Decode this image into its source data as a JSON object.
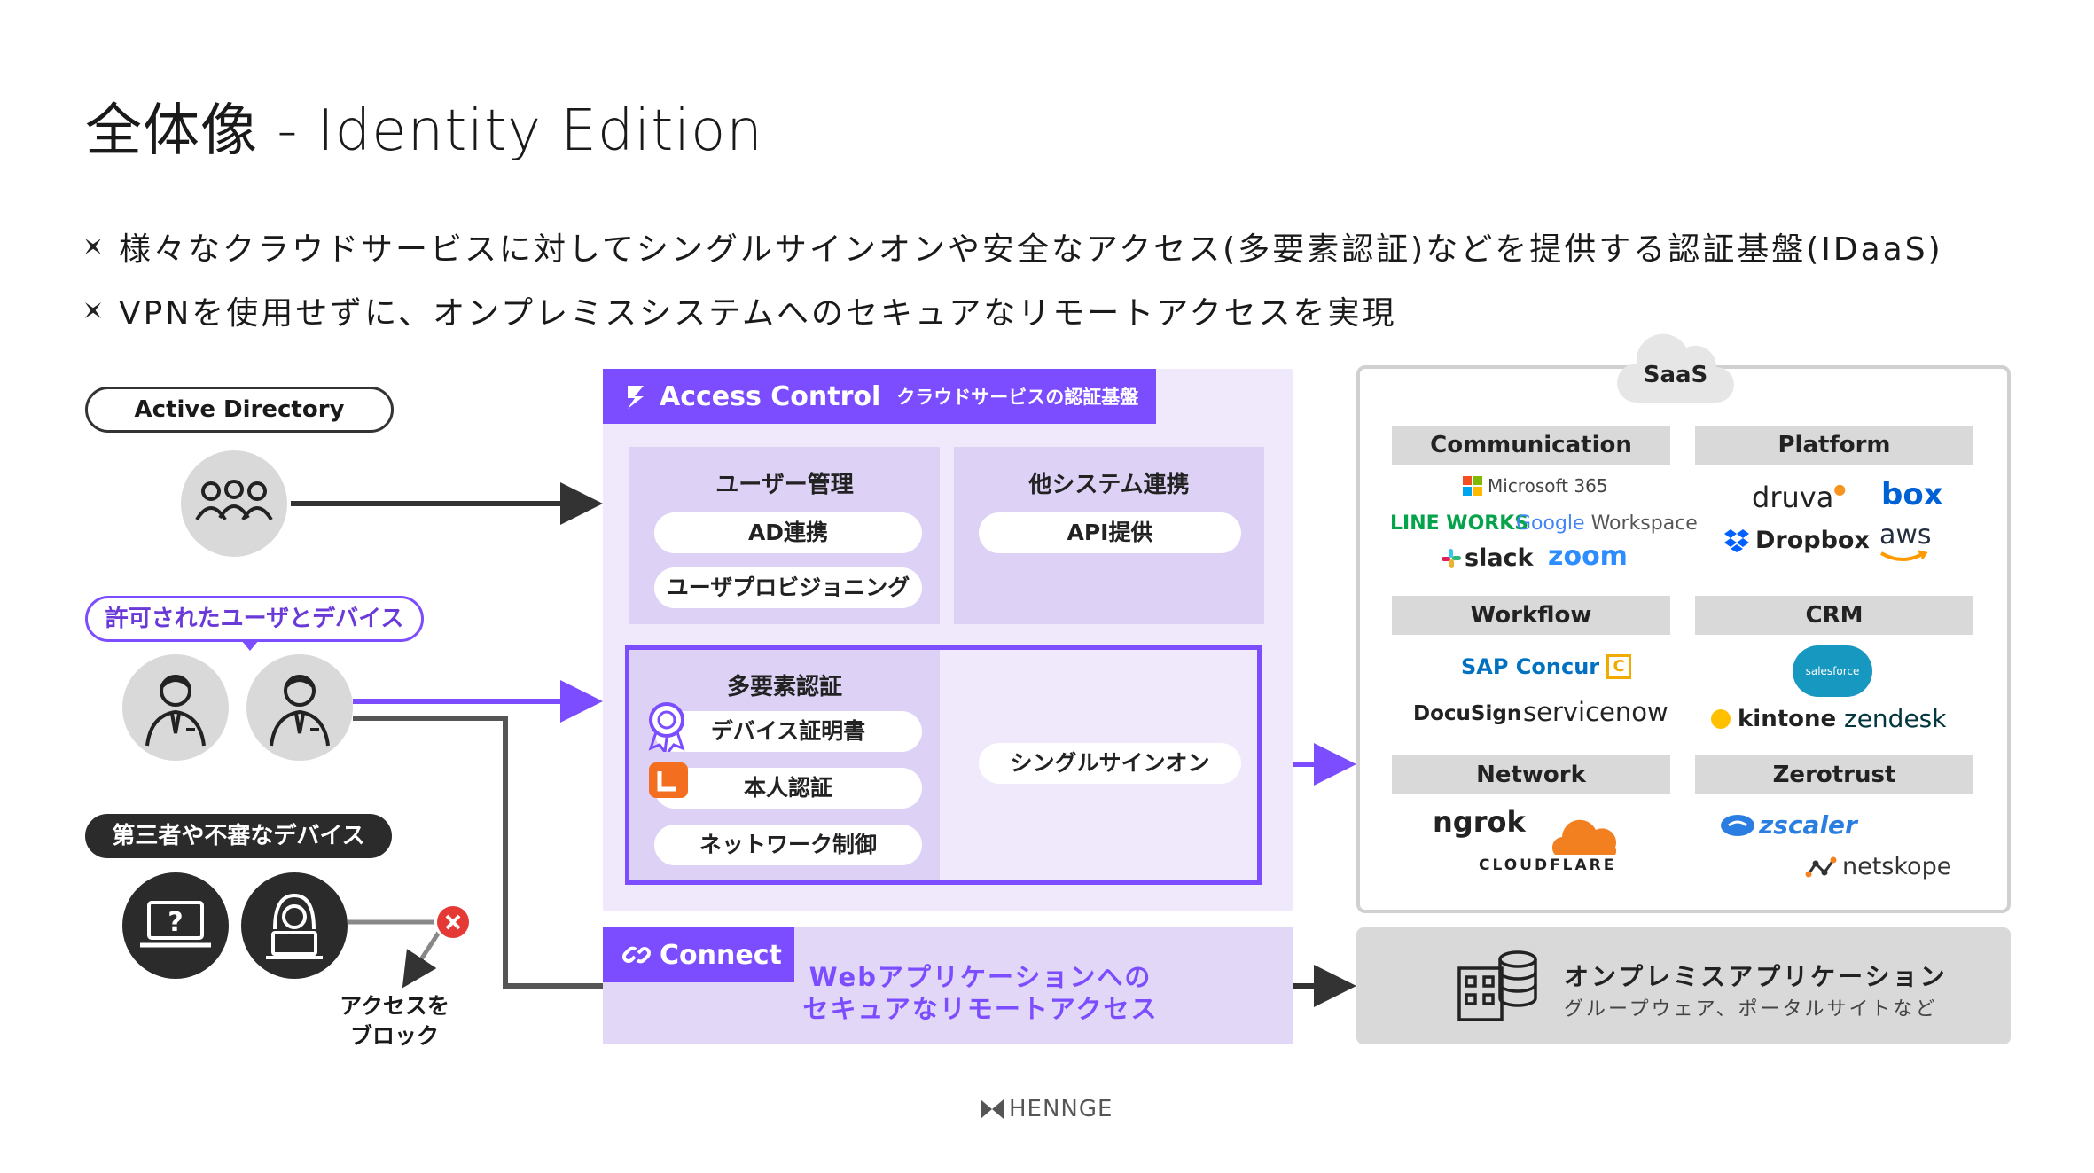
{
  "title": "全体像 - Identity Edition",
  "bullets": [
    "様々なクラウドサービスに対してシングルサインオンや安全なアクセス(多要素認証)などを提供する認証基盤(IDaaS)",
    "VPNを使用せずに、オンプレミスシステムへのセキュアなリモートアクセスを実現"
  ],
  "left": {
    "active_directory": "Active Directory",
    "allowed_label": "許可されたユーザとデバイス",
    "third_party_label": "第三者や不審なデバイス",
    "laptop_glyph": "?",
    "block_label_1": "アクセスを",
    "block_label_2": "ブロック"
  },
  "access_control": {
    "title": "Access Control",
    "subtitle": "クラウドサービスの認証基盤",
    "user_mgmt": {
      "title": "ユーザー管理",
      "items": [
        "AD連携",
        "ユーザプロビジョニング"
      ]
    },
    "other_system": {
      "title": "他システム連携",
      "items": [
        "API提供"
      ]
    },
    "mfa": {
      "title": "多要素認証",
      "items": [
        "デバイス証明書",
        "本人認証",
        "ネットワーク制御"
      ]
    },
    "sso": "シングルサインオン"
  },
  "connect": {
    "title": "Connect",
    "line1": "Webアプリケーションへの",
    "line2": "セキュアなリモートアクセス"
  },
  "saas": {
    "label": "SaaS",
    "categories": {
      "communication": "Communication",
      "platform": "Platform",
      "workflow": "Workflow",
      "crm": "CRM",
      "network": "Network",
      "zerotrust": "Zerotrust"
    },
    "logos": {
      "microsoft365": "Microsoft 365",
      "lineworks": "LINE WORKS",
      "google_workspace_a": "Google",
      "google_workspace_b": " Workspace",
      "slack": "slack",
      "zoom": "zoom",
      "druva": "druva",
      "box": "box",
      "dropbox": "Dropbox",
      "aws": "aws",
      "sap_concur": "SAP Concur",
      "concur_mark": "C",
      "docusign": "DocuSign",
      "servicenow": "servicenow",
      "salesforce": "salesforce",
      "kintone": "kintone",
      "zendesk": "zendesk",
      "ngrok": "ngrok",
      "cloudflare": "CLOUDFLARE",
      "zscaler": "zscaler",
      "netskope": "netskope"
    }
  },
  "onprem": {
    "title": "オンプレミスアプリケーション",
    "subtitle": "グループウェア、ポータルサイトなど"
  },
  "footer": {
    "brand": "HENNGE"
  },
  "colors": {
    "accent": "#7c4dff",
    "panel": "#efe9fb",
    "sub_panel": "#ddd2f6",
    "dark": "#2b2b2b",
    "grey": "#d9d9d9",
    "block_red": "#e53935"
  }
}
